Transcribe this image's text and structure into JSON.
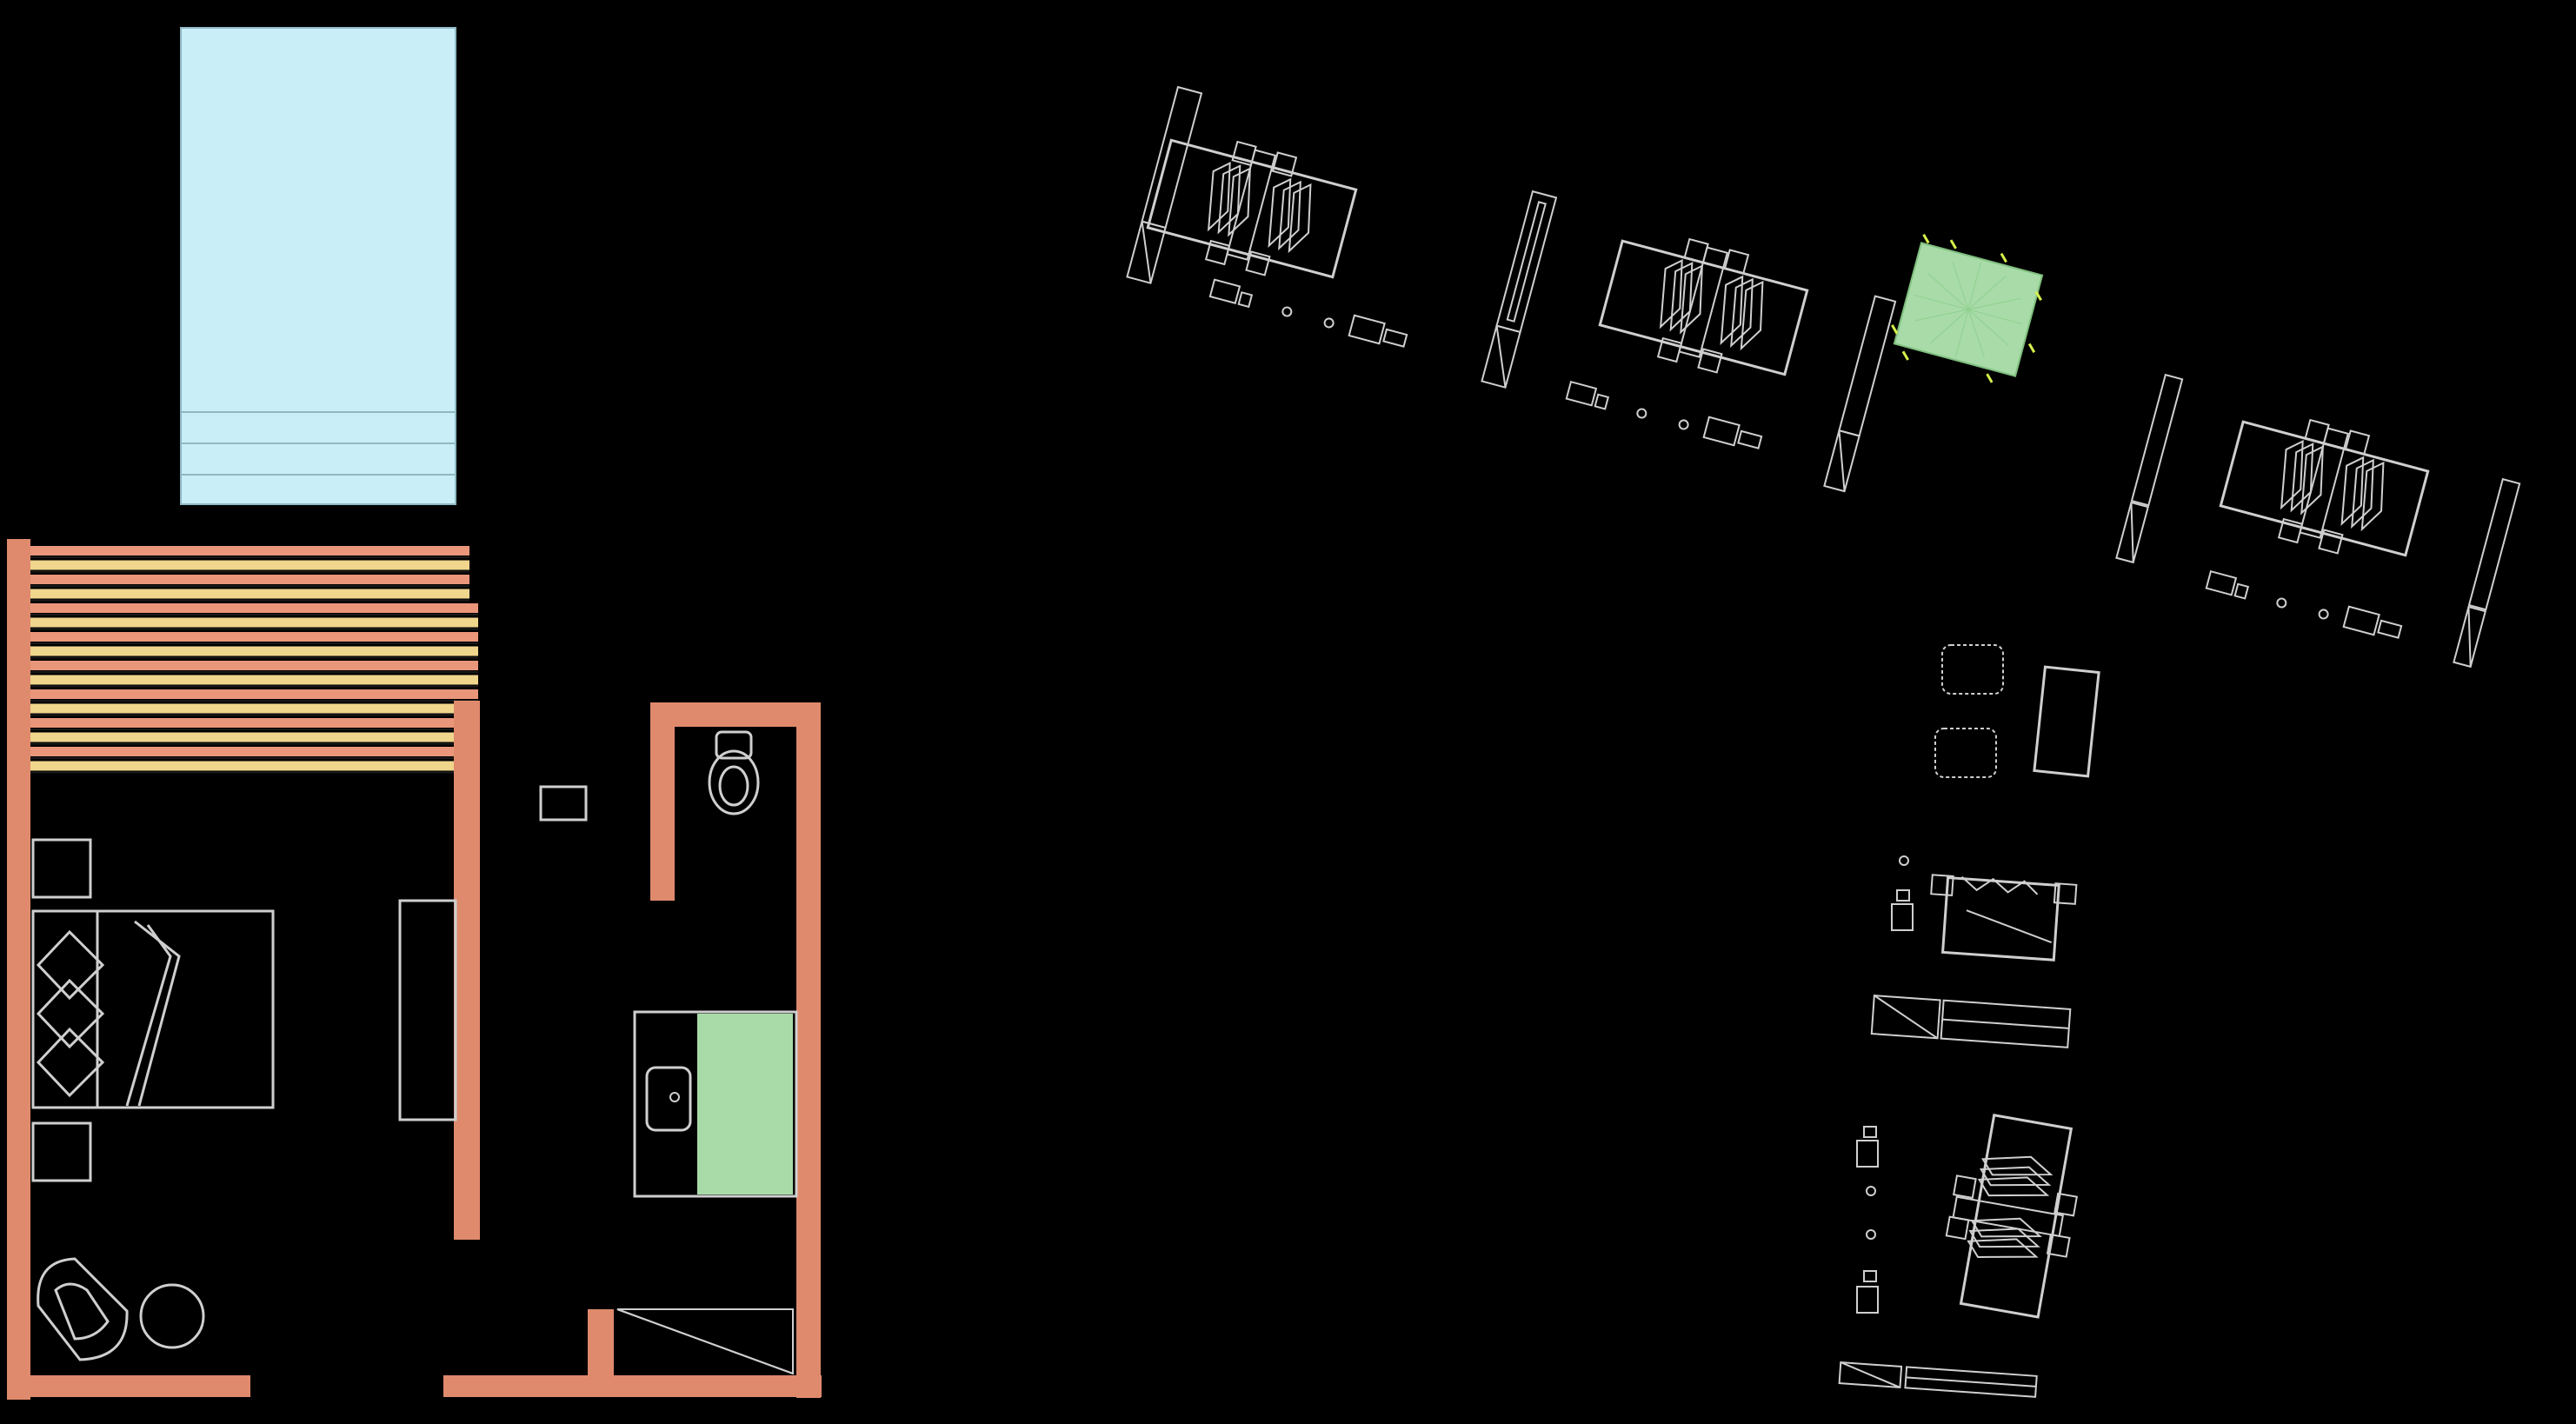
{
  "colors": {
    "background": "#000000",
    "wall": "#e08a6d",
    "pool": "#c9eef7",
    "pool_lines": "#8fb8c4",
    "rug": "#a8dba8",
    "deck_orange": "#e9967a",
    "deck_yellow": "#f0d58c",
    "furniture_line": "#cfcfcf",
    "plant_glow": "#d6f04a"
  },
  "icons": {
    "bed": "bed-icon",
    "nightstand": "nightstand-icon",
    "armchair": "armchair-icon",
    "side_table": "round-side-table-icon",
    "toilet": "toilet-icon",
    "sink": "sink-icon",
    "wardrobe": "wardrobe-icon",
    "shower": "shower-icon",
    "plant": "plant-icon",
    "bath_fixtures": "bath-fixtures-icon",
    "rug_cluster": "rug-cluster-icon"
  },
  "plan": {
    "deck_planks": 16,
    "pool_steps": 3,
    "bed_pillows": 3
  }
}
